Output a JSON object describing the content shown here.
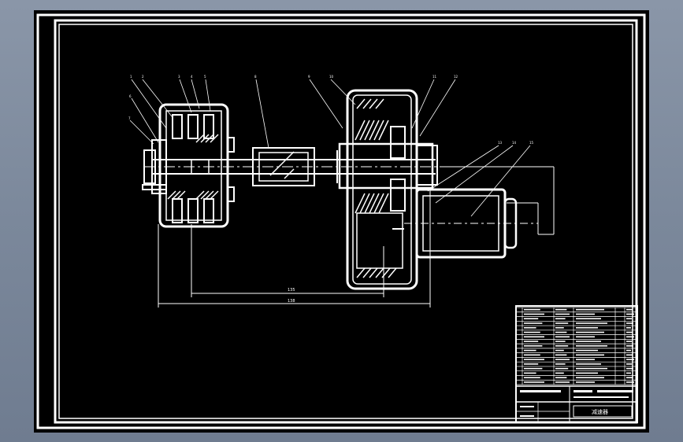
{
  "drawing": {
    "labels": {
      "dim_inner": "135",
      "dim_outer": "138",
      "tb_drawing_name": "减速器"
    },
    "colors": {
      "background": "#000000",
      "line": "#ffffff",
      "frame_outside": "#7b889b"
    },
    "leaders": [
      {
        "id": "1"
      },
      {
        "id": "2"
      },
      {
        "id": "3"
      },
      {
        "id": "4"
      },
      {
        "id": "5"
      },
      {
        "id": "6"
      },
      {
        "id": "7"
      },
      {
        "id": "8"
      },
      {
        "id": "9"
      },
      {
        "id": "10"
      },
      {
        "id": "11"
      },
      {
        "id": "12"
      },
      {
        "id": "13"
      },
      {
        "id": "14"
      },
      {
        "id": "15"
      }
    ],
    "bom_rows": 17
  }
}
